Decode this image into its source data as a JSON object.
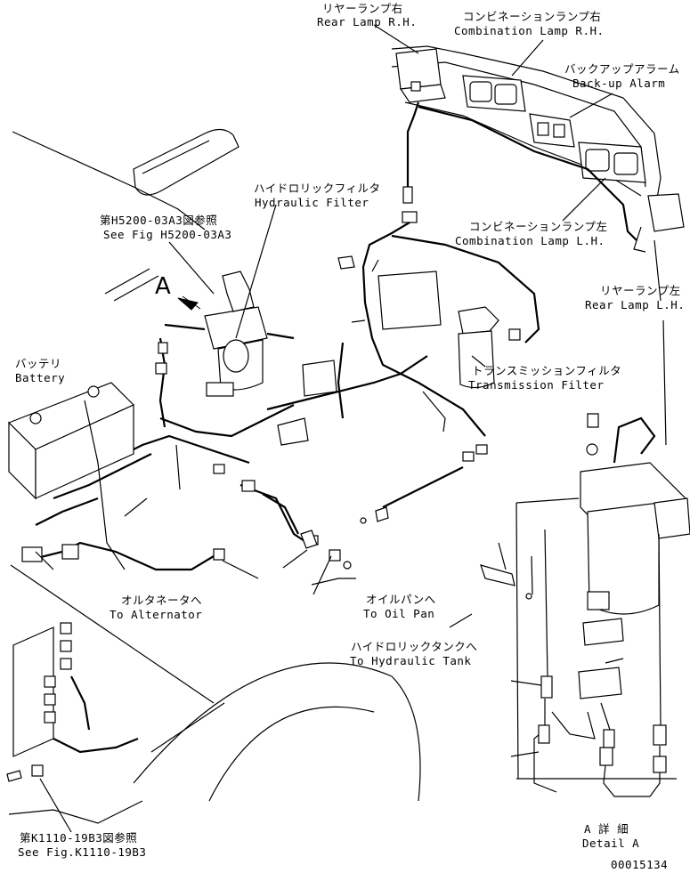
{
  "labels": {
    "rear_lamp_rh_jp": "リヤーランプ右",
    "rear_lamp_rh_en": "Rear Lamp R.H.",
    "comb_lamp_rh_jp": "コンビネーションランプ右",
    "comb_lamp_rh_en": "Combination Lamp R.H.",
    "backup_alarm_jp": "バックアップアラーム",
    "backup_alarm_en": "Back-up Alarm",
    "hyd_filter_jp": "ハイドロリックフィルタ",
    "hyd_filter_en": "Hydraulic Filter",
    "see_fig_h_jp": "第H5200-03A3図参照",
    "see_fig_h_en": "See Fig H5200-03A3",
    "comb_lamp_lh_jp": "コンビネーションランプ左",
    "comb_lamp_lh_en": "Combination Lamp L.H.",
    "rear_lamp_lh_jp": "リヤーランプ左",
    "rear_lamp_lh_en": "Rear Lamp L.H.",
    "view_a": "A",
    "battery_jp": "バッテリ",
    "battery_en": "Battery",
    "trans_filter_jp": "トランスミッションフィルタ",
    "trans_filter_en": "Transmission Filter",
    "alternator_jp": "オルタネータへ",
    "alternator_en": "To Alternator",
    "oil_pan_jp": "オイルパンへ",
    "oil_pan_en": "To Oil Pan",
    "hyd_tank_jp": "ハイドロリックタンクへ",
    "hyd_tank_en": "To Hydraulic Tank",
    "see_fig_k_jp": "第K1110-19B3図参照",
    "see_fig_k_en": "See Fig.K1110-19B3",
    "detail_a_jp": "A 詳 細",
    "detail_a_en": "Detail A",
    "drawing_no": "00015134"
  }
}
